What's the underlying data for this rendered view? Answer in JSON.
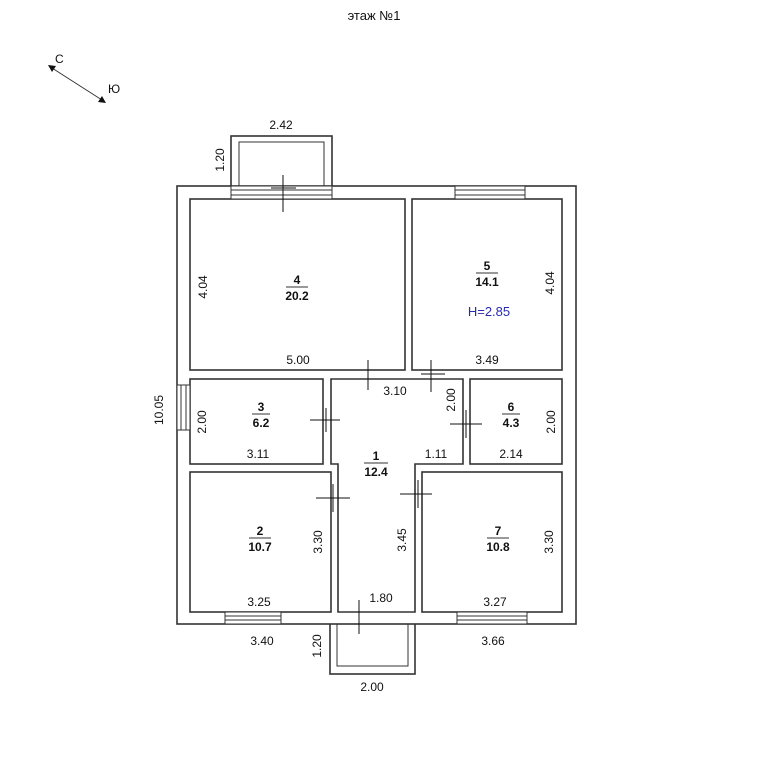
{
  "title": "этаж №1",
  "compass": {
    "north": "С",
    "south": "Ю"
  },
  "height_label": "H=2.85",
  "rooms": [
    {
      "id": "1",
      "area": "12.4"
    },
    {
      "id": "2",
      "area": "10.7"
    },
    {
      "id": "3",
      "area": "6.2"
    },
    {
      "id": "4",
      "area": "20.2"
    },
    {
      "id": "5",
      "area": "14.1"
    },
    {
      "id": "6",
      "area": "4.3"
    },
    {
      "id": "7",
      "area": "10.8"
    }
  ],
  "dimensions": {
    "balcony_top_width": "2.42",
    "balcony_top_depth": "1.20",
    "room4_height": "4.04",
    "room4_width": "5.00",
    "room5_width": "3.49",
    "room5_height": "4.04",
    "total_height": "10.05",
    "room3_height": "2.00",
    "room3_width": "3.11",
    "corridor_top": "3.10",
    "corridor_middle": "1.11",
    "corridor_right_height": "2.00",
    "room6_width": "2.14",
    "room6_height": "2.00",
    "room2_height": "3.30",
    "room2_width": "3.25",
    "corridor_lower_height": "3.45",
    "room7_height": "3.30",
    "room7_width": "3.27",
    "corridor_bottom": "1.80",
    "outer_left_bottom": "3.40",
    "outer_right_bottom": "3.66",
    "porch_depth": "1.20",
    "porch_width": "2.00"
  }
}
